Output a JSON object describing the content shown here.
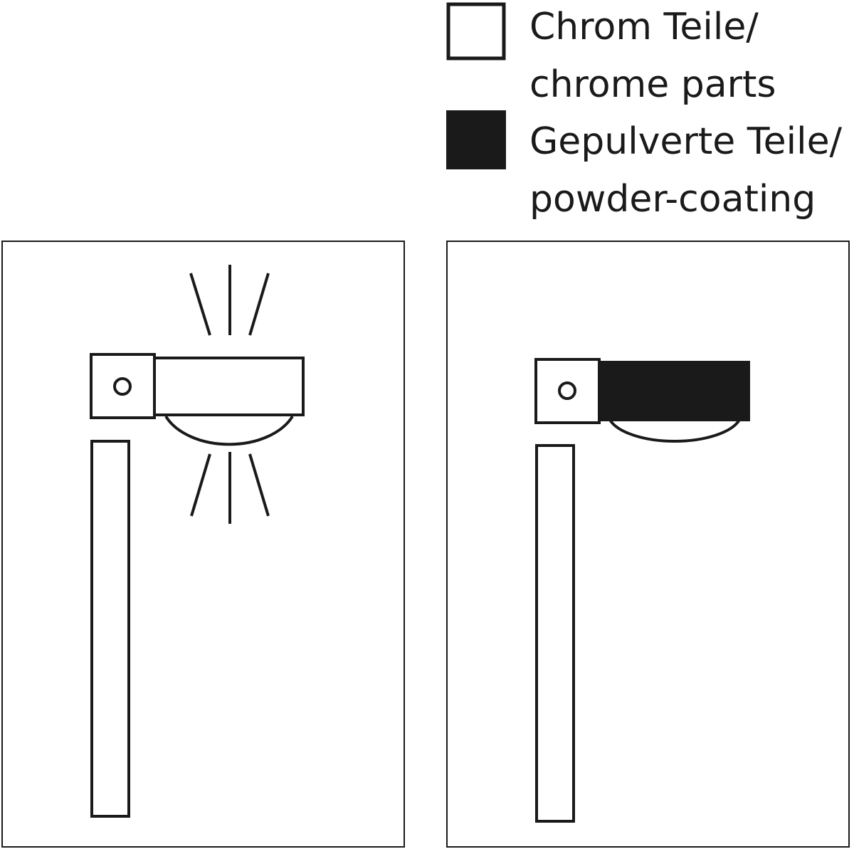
{
  "legend": {
    "items": [
      {
        "swatch": "outline",
        "line1": "Chrom Teile/",
        "line2": "chrome parts"
      },
      {
        "swatch": "filled",
        "line1": "Gepulverte Teile/",
        "line2": "powder-coating"
      }
    ]
  },
  "panels": [
    {
      "variant": "chrome",
      "arm_fill": "#ffffff",
      "light_rays": true
    },
    {
      "variant": "powder-coated",
      "arm_fill": "#1a1a1a",
      "light_rays": false
    }
  ],
  "colors": {
    "stroke": "#1a1a1a",
    "chrome_fill": "#ffffff",
    "powder_fill": "#1a1a1a",
    "background": "#ffffff"
  },
  "icons": [
    "chrome-swatch-icon",
    "powder-swatch-icon",
    "light-rays-icon"
  ]
}
